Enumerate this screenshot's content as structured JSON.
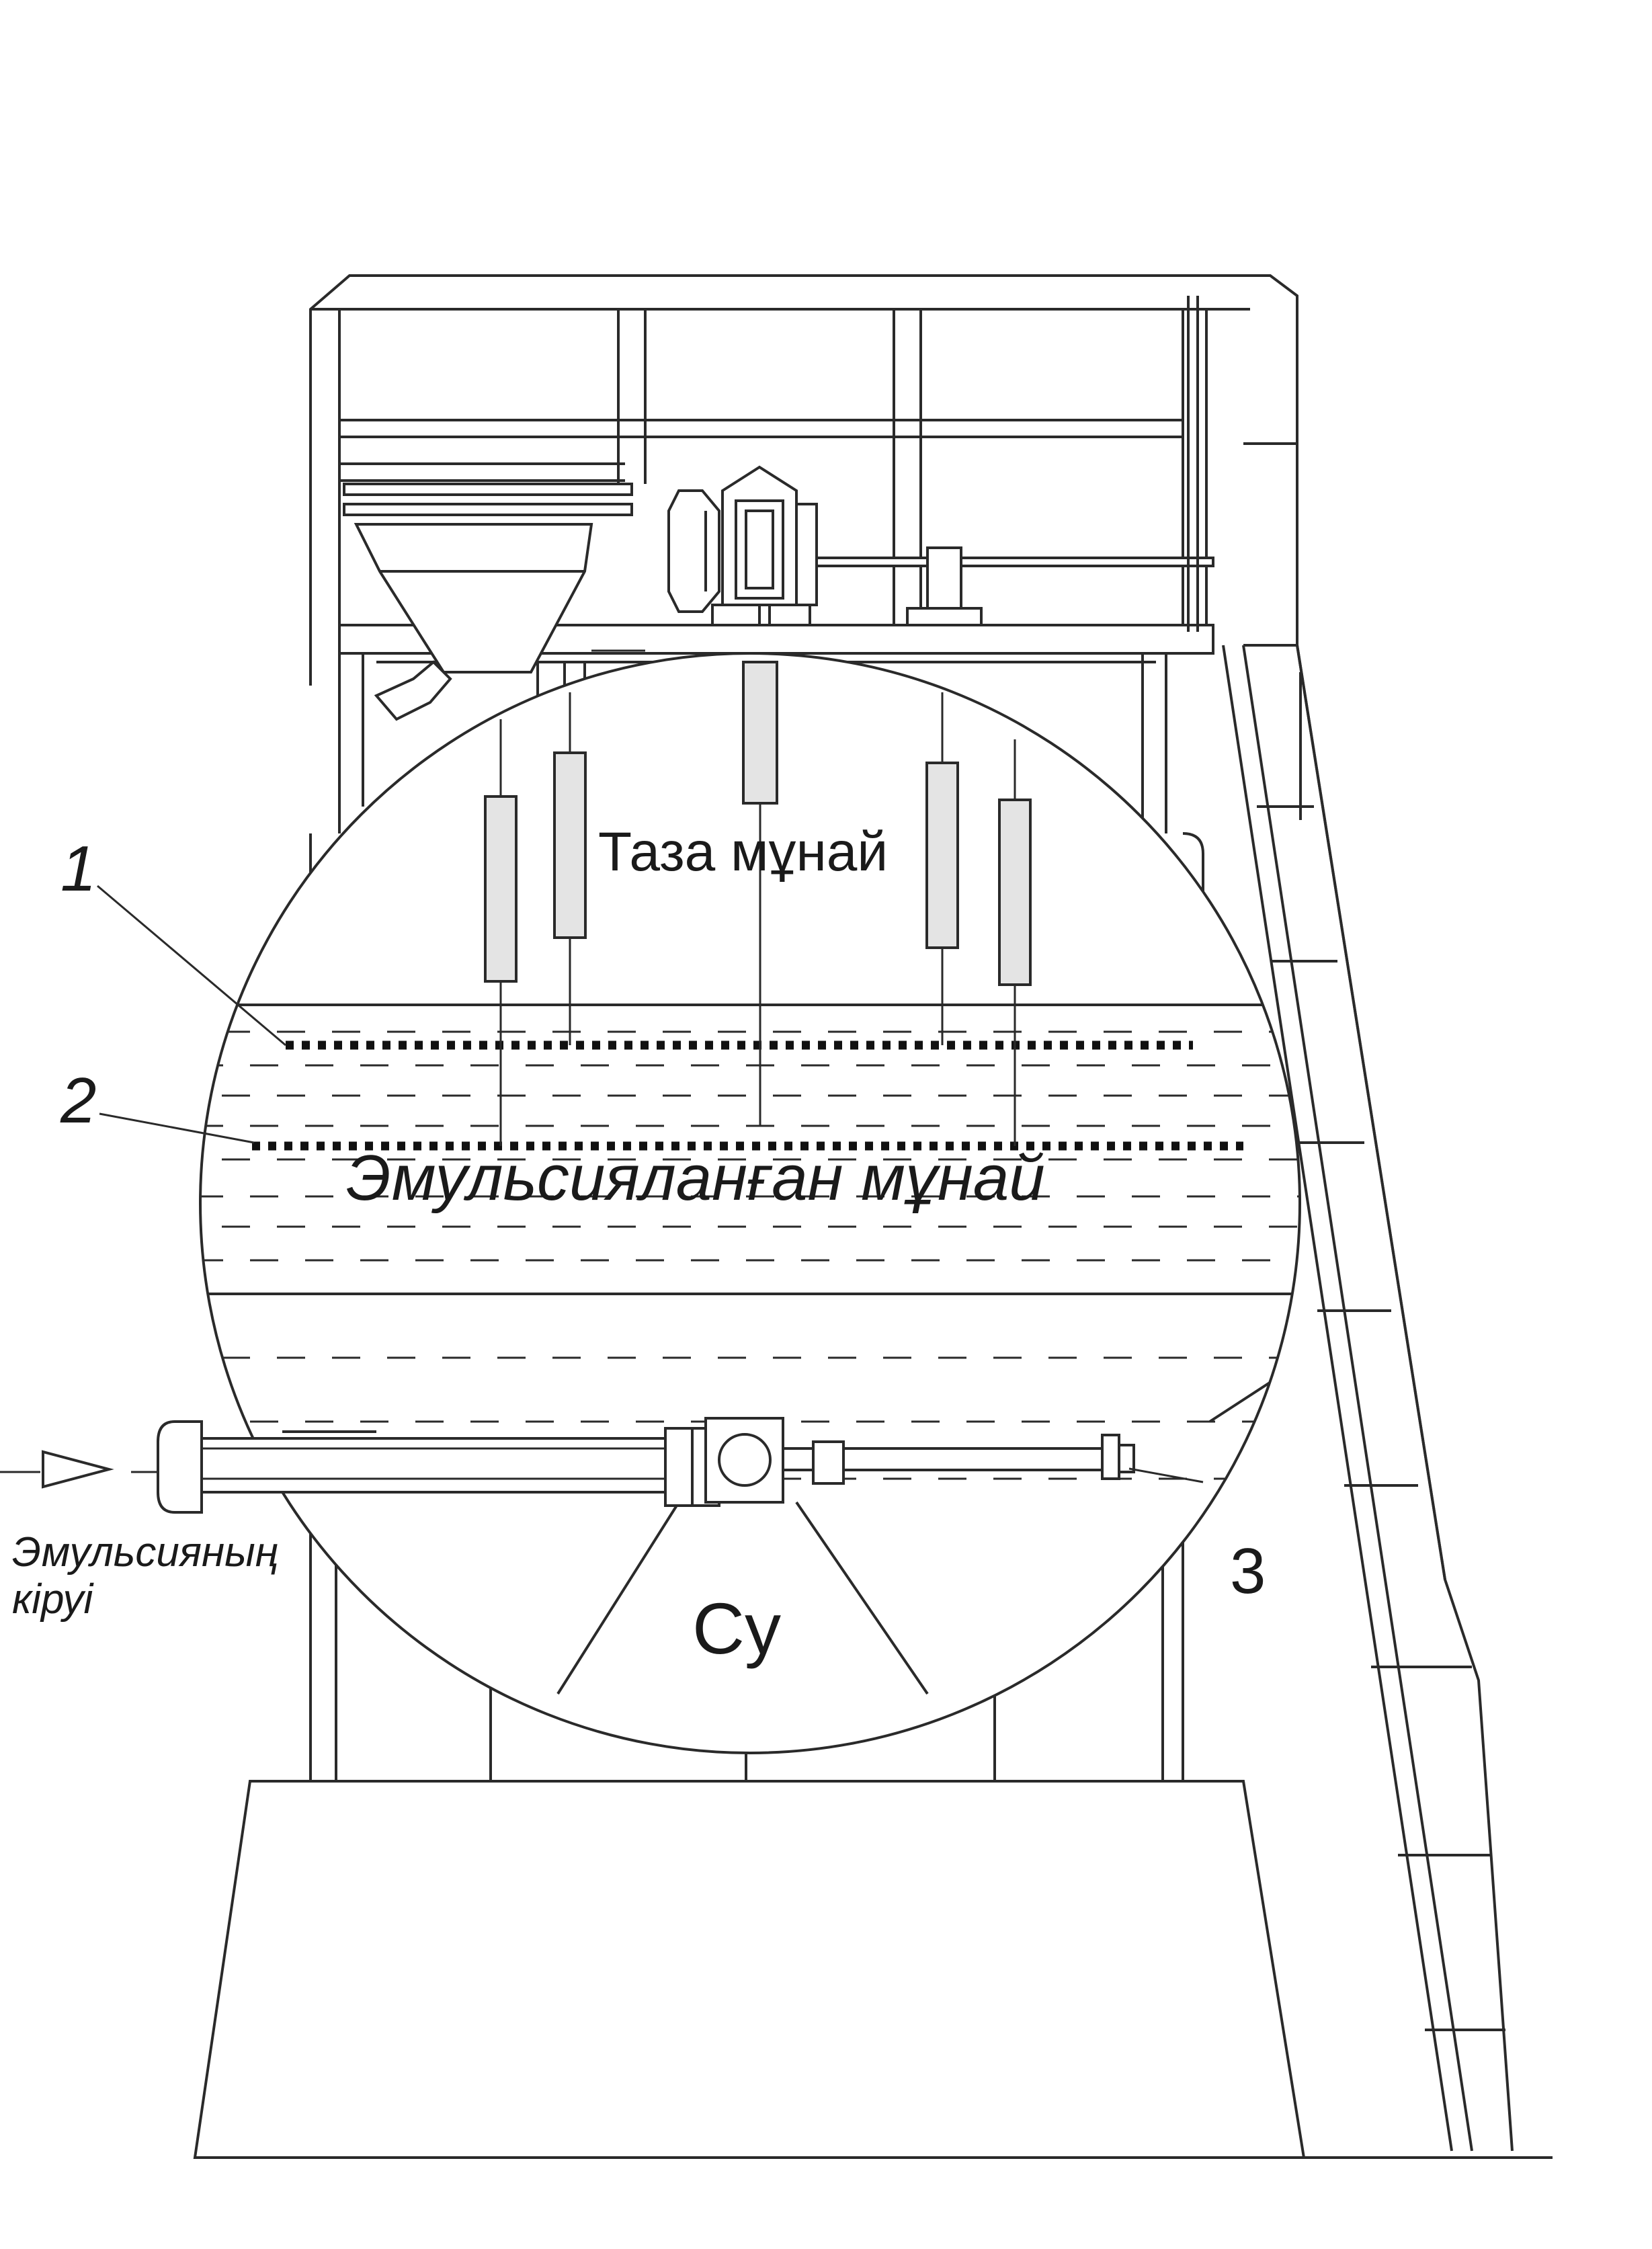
{
  "labels": {
    "pure_oil": "Таза мұнай",
    "emulsified_oil": "Эмульсияланған мұнай",
    "water": "Су",
    "inlet_line1": "Эмульсияның",
    "inlet_line2": "кіруі"
  },
  "callouts": {
    "n1": "1",
    "n2": "2",
    "n3": "3"
  },
  "colors": {
    "line": "#2a2a2a",
    "electrode_fill": "#e4e4e4",
    "background": "#ffffff"
  }
}
